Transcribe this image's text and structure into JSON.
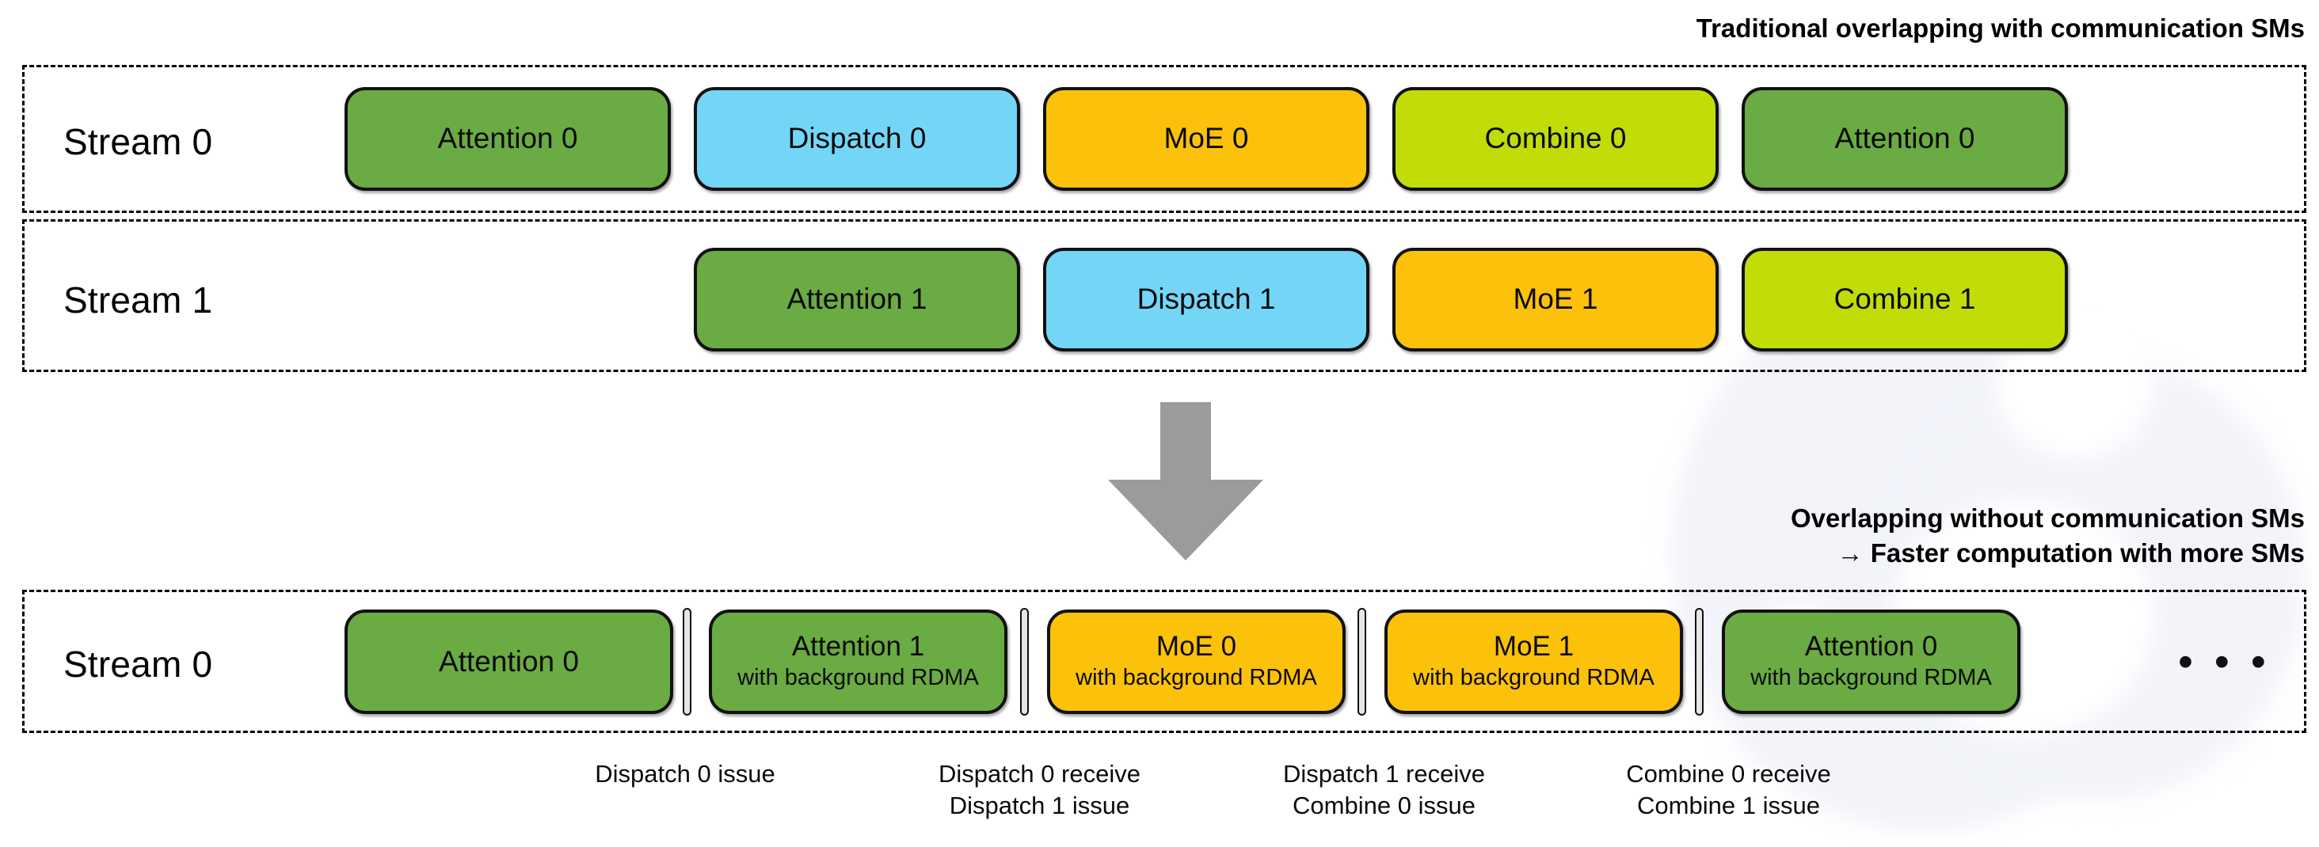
{
  "colors": {
    "attention": "#6aab43",
    "dispatch": "#74d6f7",
    "moe": "#fcc10a",
    "combine": "#c2dc08",
    "arrow": "#9b9b9b",
    "outline": "#111111",
    "separator": "#e6e6e6",
    "background": "#ffffff"
  },
  "top_section": {
    "caption": "Traditional overlapping with communication SMs",
    "lanes": [
      {
        "label": "Stream 0",
        "blocks": [
          {
            "title": "Attention 0",
            "kind": "attention"
          },
          {
            "title": "Dispatch 0",
            "kind": "dispatch"
          },
          {
            "title": "MoE 0",
            "kind": "moe"
          },
          {
            "title": "Combine 0",
            "kind": "combine"
          },
          {
            "title": "Attention 0",
            "kind": "attention"
          }
        ]
      },
      {
        "label": "Stream 1",
        "blocks": [
          {
            "title": "Attention 1",
            "kind": "attention"
          },
          {
            "title": "Dispatch 1",
            "kind": "dispatch"
          },
          {
            "title": "MoE 1",
            "kind": "moe"
          },
          {
            "title": "Combine 1",
            "kind": "combine"
          }
        ]
      }
    ]
  },
  "transition": {
    "arrow_icon": "down-arrow-icon"
  },
  "bottom_section": {
    "caption": "Overlapping without communication SMs\n→ Faster computation with more SMs",
    "lane": {
      "label": "Stream 0",
      "blocks": [
        {
          "title": "Attention 0",
          "subtitle": "",
          "kind": "attention"
        },
        {
          "title": "Attention 1",
          "subtitle": "with background RDMA",
          "kind": "attention"
        },
        {
          "title": "MoE 0",
          "subtitle": "with background RDMA",
          "kind": "moe"
        },
        {
          "title": "MoE 1",
          "subtitle": "with background RDMA",
          "kind": "moe"
        },
        {
          "title": "Attention 0",
          "subtitle": "with background RDMA",
          "kind": "attention"
        }
      ],
      "ellipsis": "• • •"
    },
    "events": [
      "Dispatch 0 issue",
      "Dispatch 0 receive\nDispatch 1 issue",
      "Dispatch 1 receive\nCombine 0 issue",
      "Combine 0 receive\nCombine 1 issue"
    ]
  }
}
